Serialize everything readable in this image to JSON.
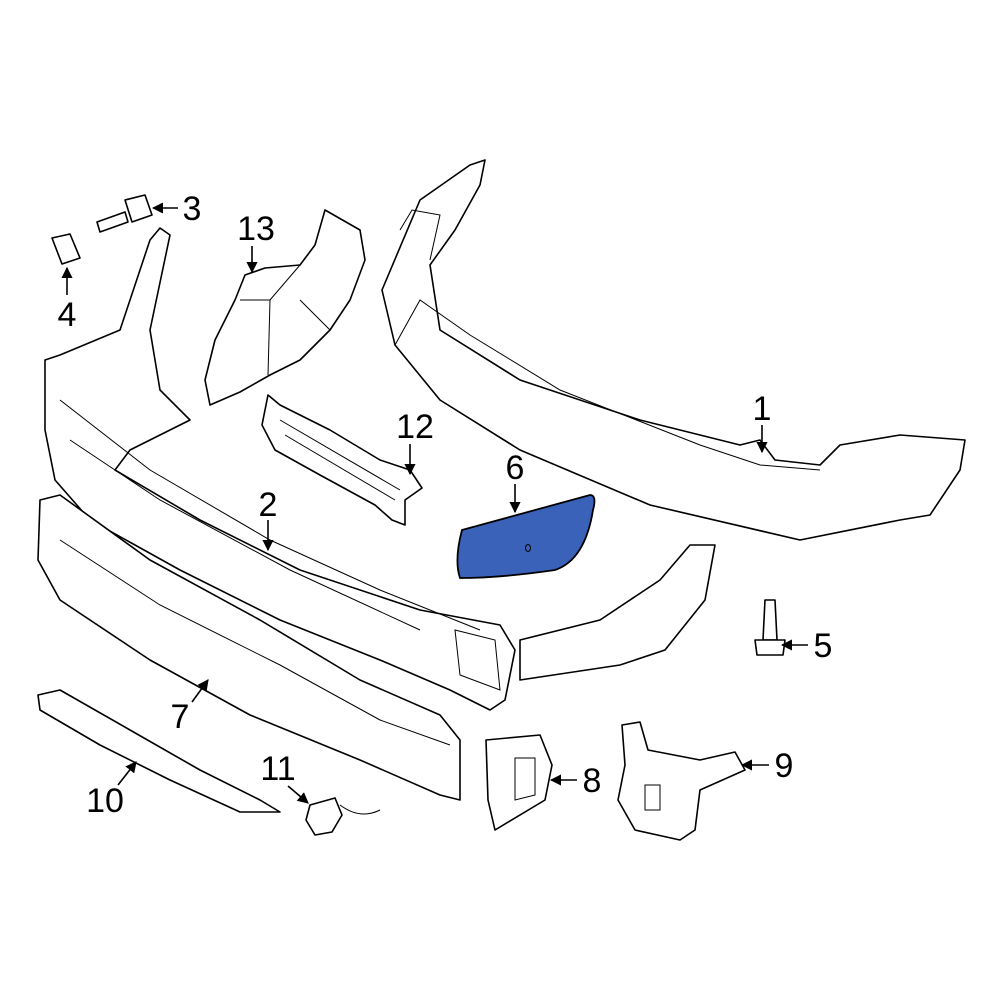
{
  "highlight_color": "#3a62b8",
  "highlighted_part": "6",
  "callouts": [
    {
      "label": "1"
    },
    {
      "label": "2"
    },
    {
      "label": "3"
    },
    {
      "label": "4"
    },
    {
      "label": "5"
    },
    {
      "label": "6"
    },
    {
      "label": "7"
    },
    {
      "label": "8"
    },
    {
      "label": "9"
    },
    {
      "label": "10"
    },
    {
      "label": "11"
    },
    {
      "label": "12"
    },
    {
      "label": "13"
    }
  ]
}
